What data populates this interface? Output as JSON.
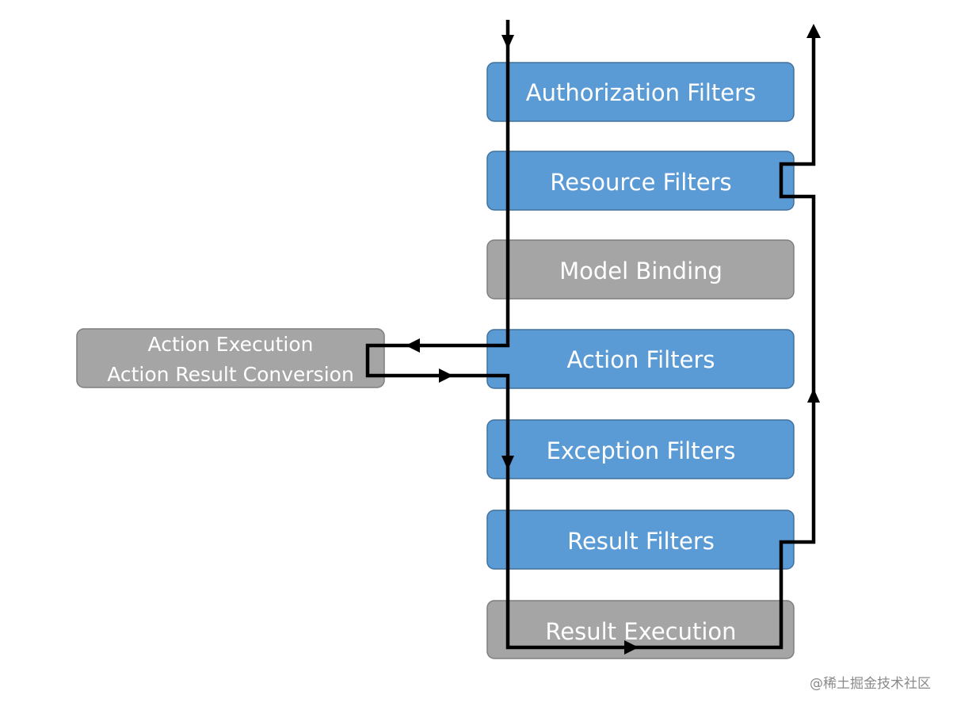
{
  "stages": [
    {
      "id": "authorization",
      "label": "Authorization Filters",
      "color": "#5b9bd5"
    },
    {
      "id": "resource",
      "label": "Resource Filters",
      "color": "#5b9bd5"
    },
    {
      "id": "model-binding",
      "label": "Model Binding",
      "color": "#a5a5a5"
    },
    {
      "id": "action",
      "label": "Action Filters",
      "color": "#5b9bd5"
    },
    {
      "id": "exception",
      "label": "Exception Filters",
      "color": "#5b9bd5"
    },
    {
      "id": "result",
      "label": "Result Filters",
      "color": "#5b9bd5"
    },
    {
      "id": "result-execution",
      "label": "Result Execution",
      "color": "#a5a5a5"
    }
  ],
  "side_box": {
    "lines": [
      "Action Execution",
      "Action Result Conversion"
    ],
    "color": "#a5a5a5"
  },
  "watermark": "@稀土掘金技术社区"
}
